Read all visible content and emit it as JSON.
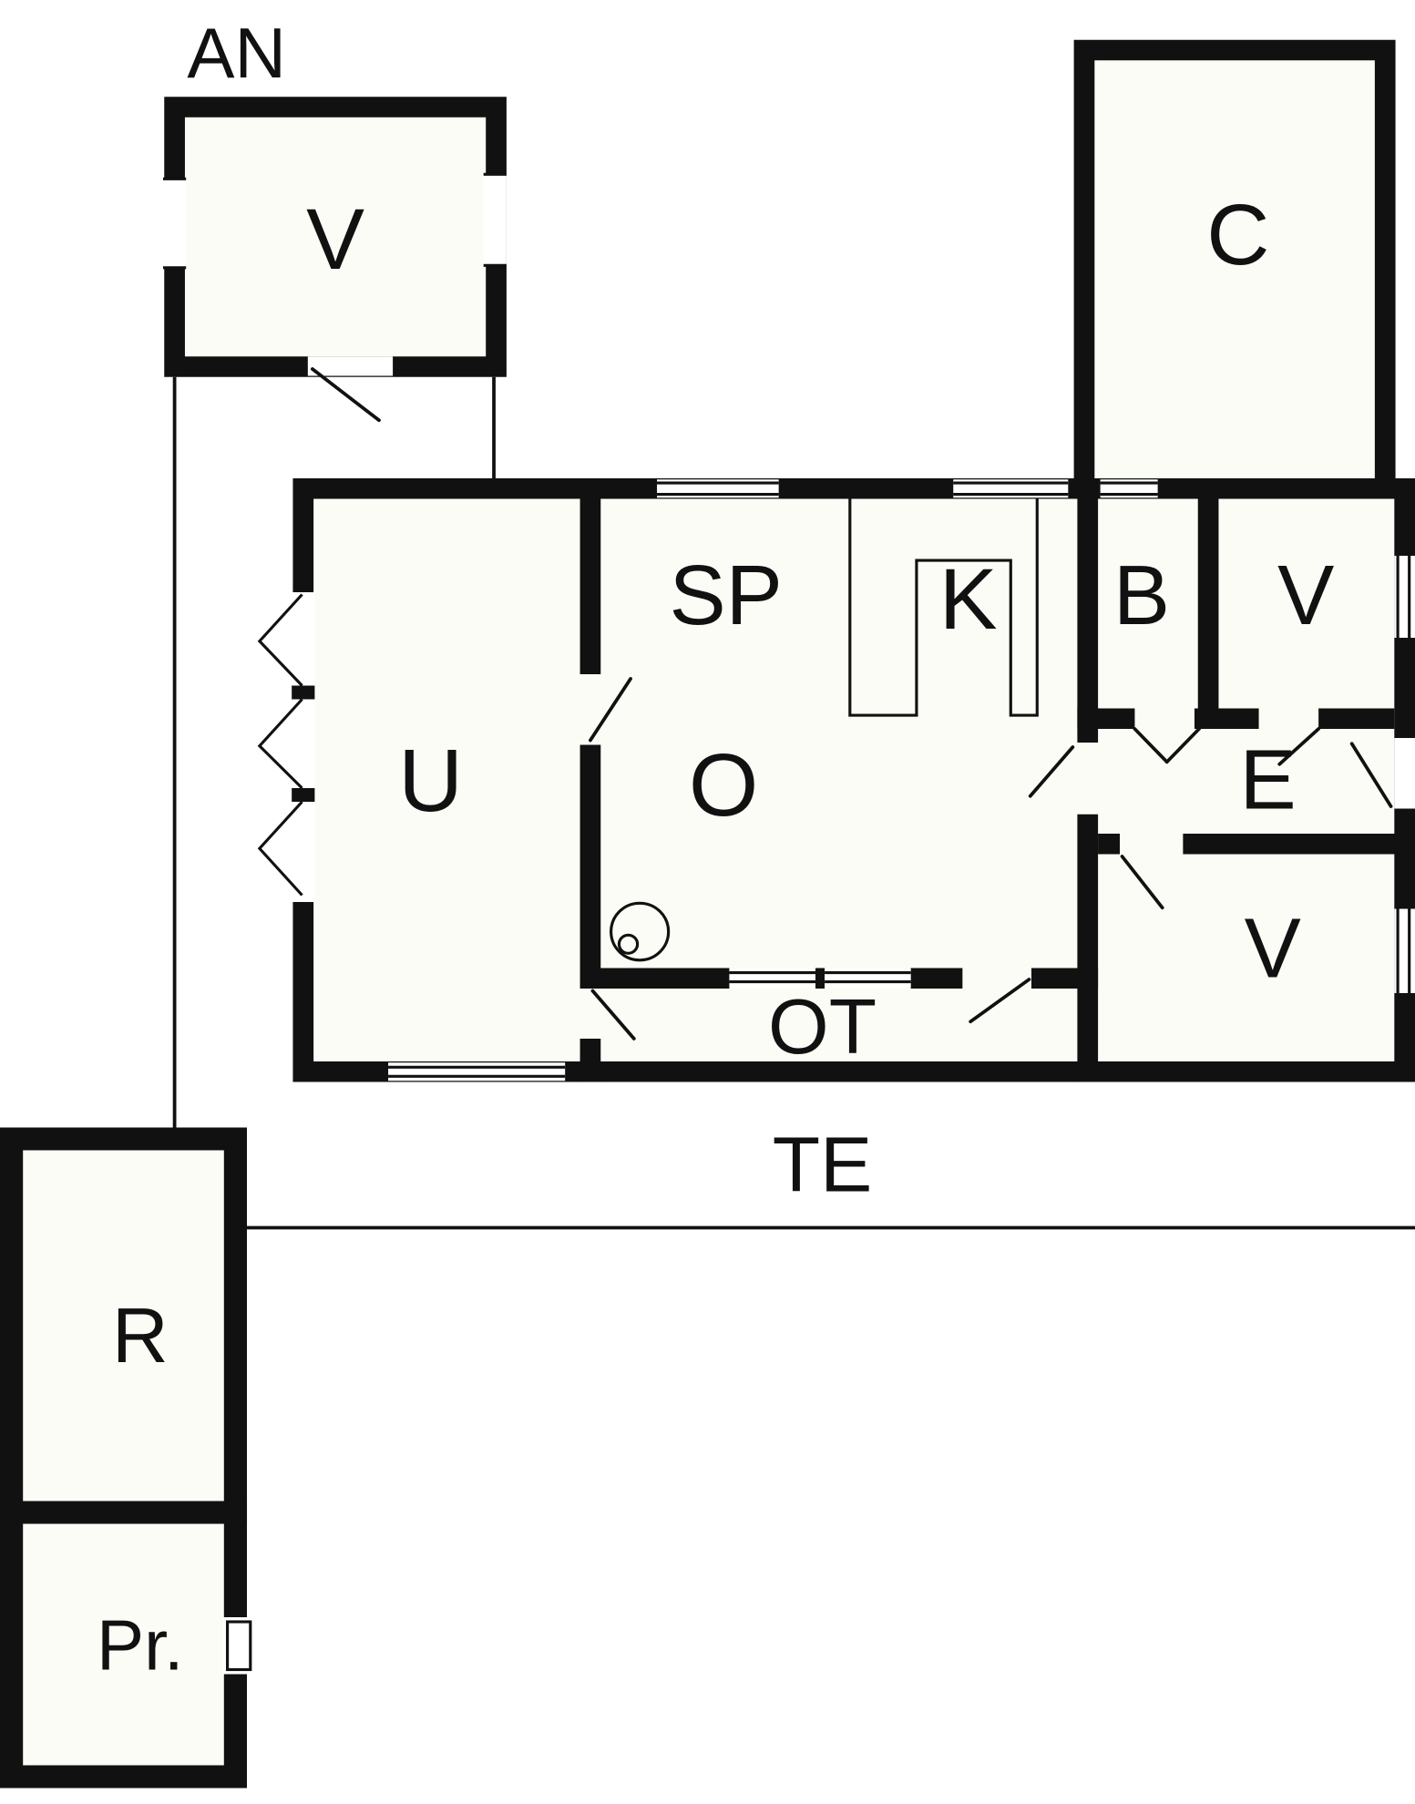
{
  "labels": {
    "an": "AN",
    "annex_v": "V",
    "c": "C",
    "sp": "SP",
    "k": "K",
    "b": "B",
    "v_ne": "V",
    "u": "U",
    "o": "O",
    "e": "E",
    "v_e": "V",
    "ot": "OT",
    "te": "TE",
    "r": "R",
    "pr": "Pr."
  },
  "colors": {
    "wall": "#111111",
    "room_fill": "#fcfcf6",
    "background": "#ffffff"
  }
}
